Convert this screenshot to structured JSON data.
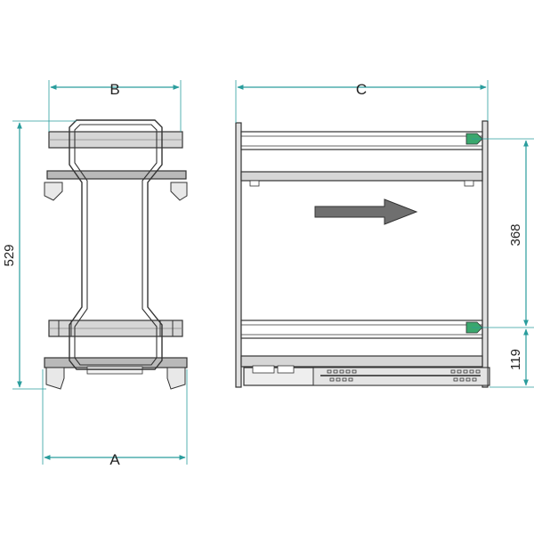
{
  "dimensions": {
    "a_label": "A",
    "b_label": "B",
    "c_label": "C",
    "height_label": "529",
    "shelf_spacing_label": "368",
    "bottom_offset_label": "119"
  },
  "colors": {
    "dimension_line": "#2a9d9d",
    "outline": "#333333",
    "rail_fill": "#d6d6d6",
    "rail_dark": "#b9b9b9",
    "arrow_fill": "#6f6f6f",
    "arrow_stroke": "#333333",
    "clip_green": "#3aa76d"
  },
  "icons": {
    "direction": "right-arrow-icon"
  }
}
